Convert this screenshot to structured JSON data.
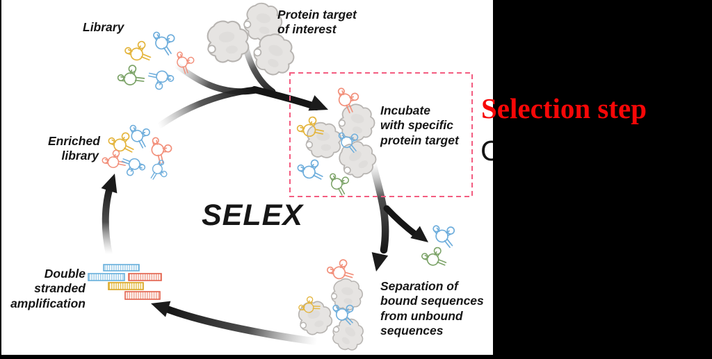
{
  "slide": {
    "diagram": {
      "center_title": "SELEX",
      "labels": {
        "library": "Library",
        "protein_target": "Protein target\nof interest",
        "incubate": "Incubate\nwith specific\nprotein target",
        "separation": "Separation of\nbound sequences\nfrom unbound\nsequences",
        "amplification": "Double stranded\namplification",
        "enriched": "Enriched\nlibrary"
      },
      "colors": {
        "aptamer_blue": "#6FAEDC",
        "aptamer_yellow": "#E4B53E",
        "aptamer_orange": "#F2907B",
        "aptamer_green": "#7CA368",
        "protein_gray": "#E6E4E2",
        "dna_blue": "#66AFDB",
        "dna_red": "#E2604B",
        "dna_yellow": "#D9A41F",
        "dashed_box": "#F35C80",
        "arrow": "#1B1B1B"
      }
    },
    "overlay": {
      "heading": "Selection step",
      "heading_color": "#F70707",
      "clipped_text": "C",
      "panel_color": "#000000"
    }
  }
}
